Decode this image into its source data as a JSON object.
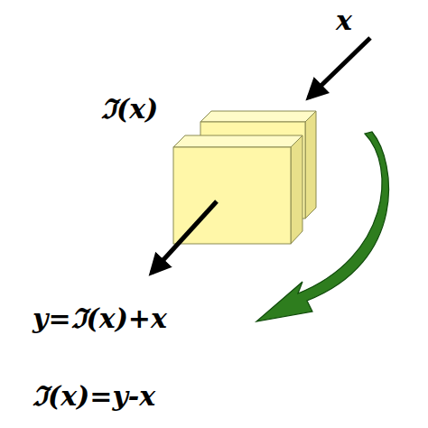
{
  "diagram": {
    "labels": [
      "x",
      "ℑ(x)",
      "y=ℑ(x)+x",
      "ℑ(x)=y-x"
    ]
  }
}
